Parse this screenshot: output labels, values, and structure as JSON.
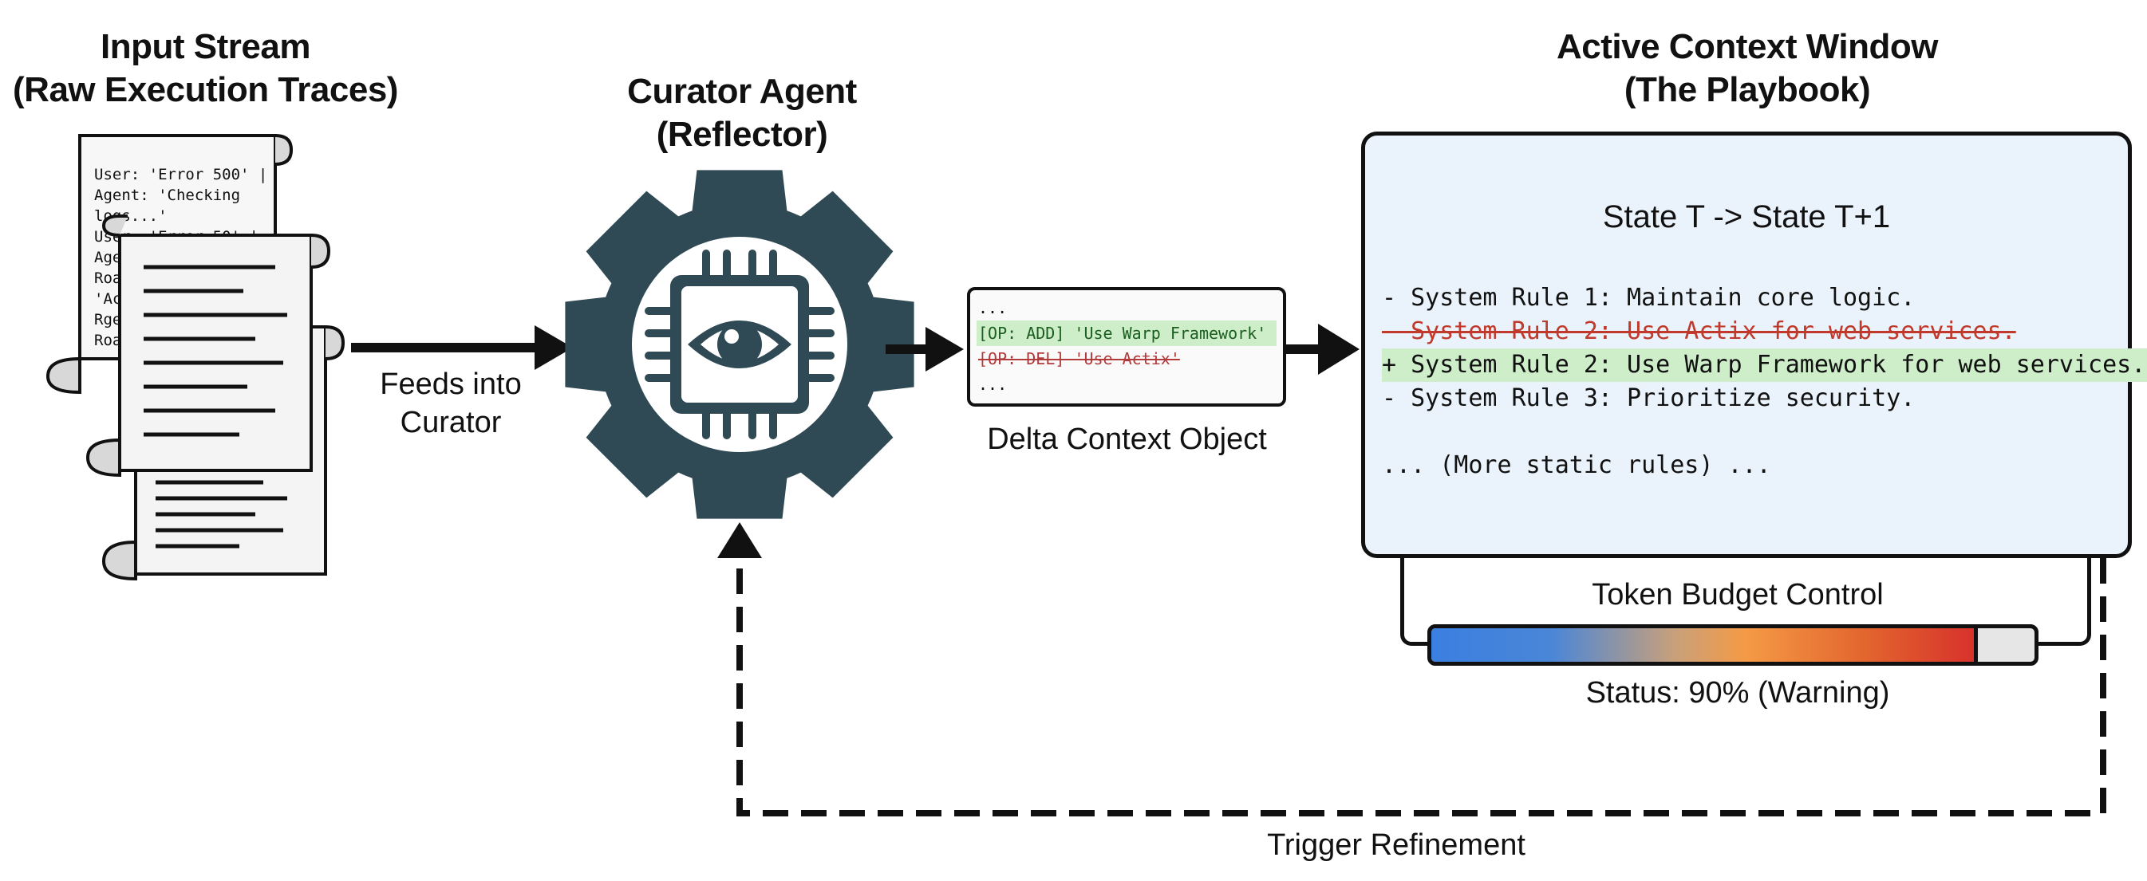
{
  "input_stream": {
    "title_line1": "Input Stream",
    "title_line2": "(Raw Execution Traces)",
    "trace_lines": [
      "User: 'Error 500' |",
      "Agent: 'Checking",
      "logs...'",
      "User: 'Error 50' |",
      "Age",
      "Roa",
      "'Ac",
      "Rge",
      "Roa"
    ]
  },
  "feeds_label": {
    "line1": "Feeds into",
    "line2": "Curator"
  },
  "curator": {
    "title_line1": "Curator Agent",
    "title_line2": "(Reflector)",
    "icon": "gear-chip-eye-icon",
    "color": "#2f4a55"
  },
  "delta": {
    "lines": [
      {
        "text": "...",
        "type": "plain"
      },
      {
        "text": "[OP: ADD] 'Use Warp Framework'",
        "type": "add"
      },
      {
        "text": "[OP: DEL] 'Use Actix'",
        "type": "del"
      },
      {
        "text": "...",
        "type": "plain"
      }
    ],
    "label": "Delta Context Object"
  },
  "playbook": {
    "title_line1": "Active Context Window",
    "title_line2": "(The Playbook)",
    "state_title": "State T -> State T+1",
    "rules": [
      {
        "text": "- System Rule 1: Maintain core logic.",
        "type": "plain"
      },
      {
        "text": "- System Rule 2: Use Actix for web services.",
        "type": "del"
      },
      {
        "text": "+ System Rule 2: Use Warp Framework for web services.",
        "type": "add"
      },
      {
        "text": "- System Rule 3: Prioritize security.",
        "type": "plain"
      },
      {
        "text": "",
        "type": "gap"
      },
      {
        "text": "... (More static rules) ...",
        "type": "plain"
      }
    ],
    "background": "#eaf2fb"
  },
  "token_budget": {
    "label": "Token Budget Control",
    "status": "Status: 90% (Warning)",
    "fill_fraction": 0.9
  },
  "feedback": {
    "label": "Trigger Refinement"
  },
  "colors": {
    "add_highlight": "#cdeec9",
    "delete_text": "#c0392b",
    "gear": "#2f4a55"
  }
}
